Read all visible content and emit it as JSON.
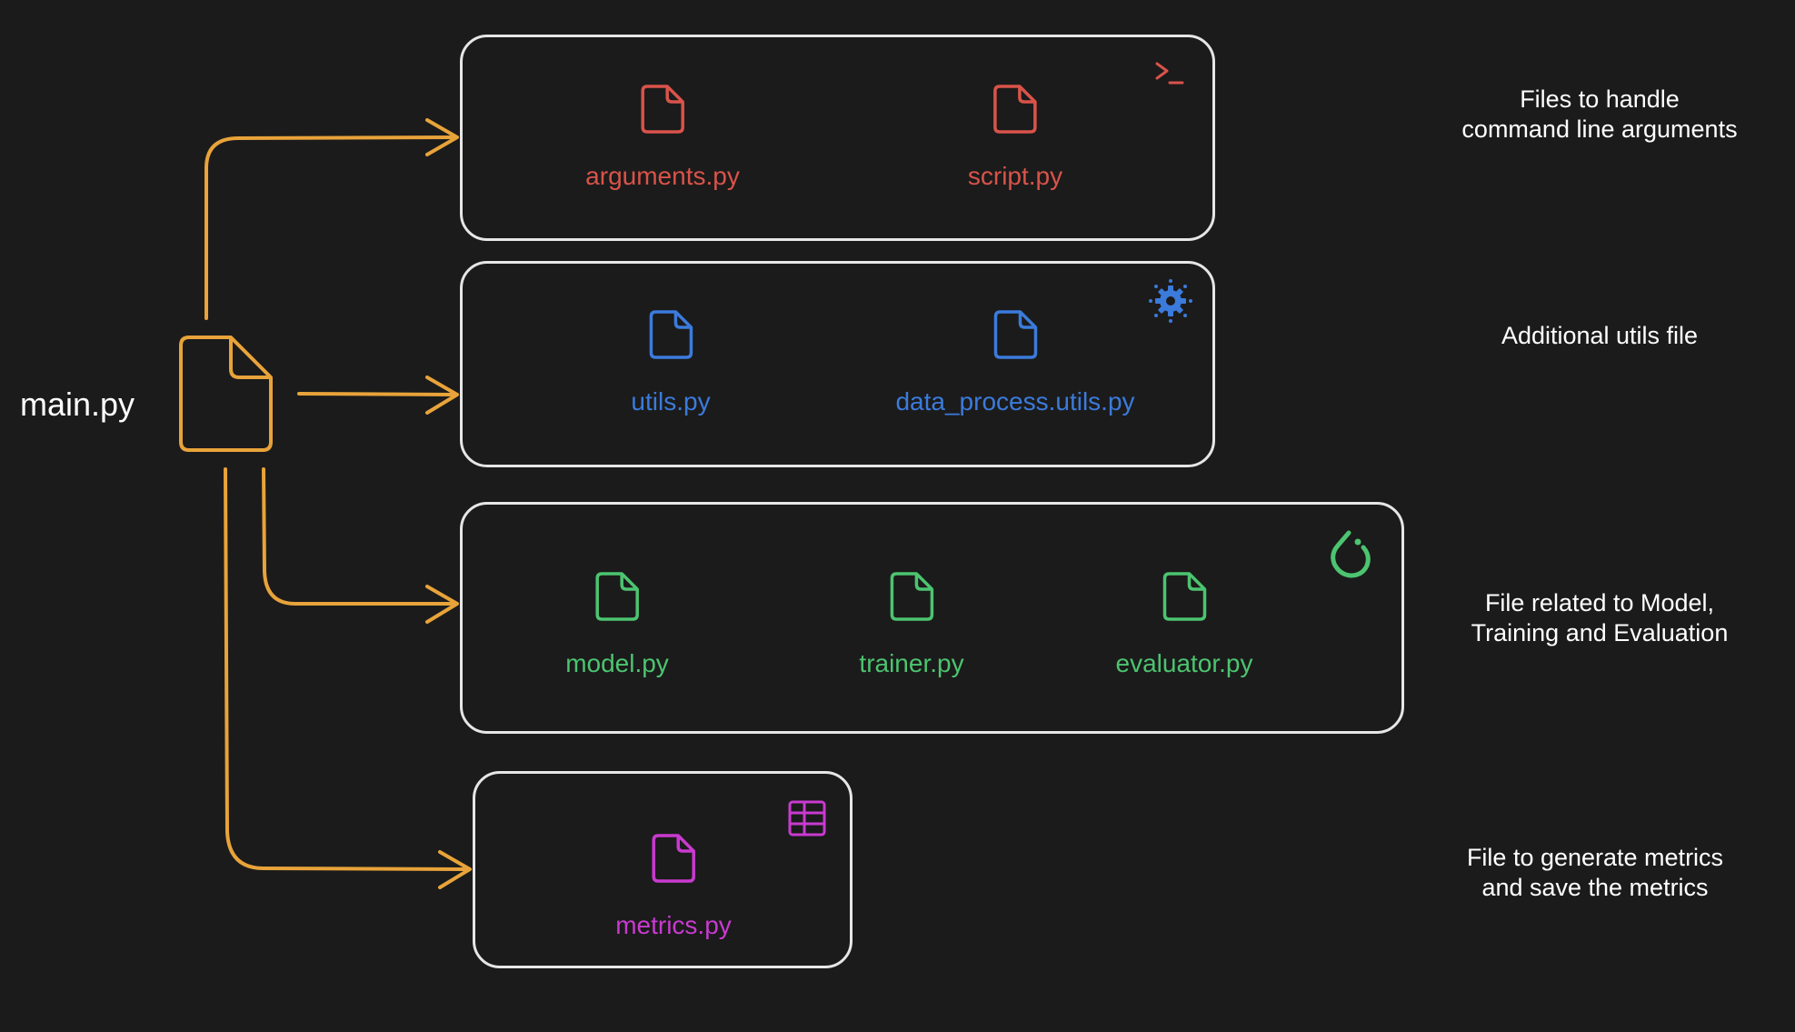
{
  "main": {
    "label": "main.py",
    "color": "#e8a33a"
  },
  "groups": [
    {
      "id": "cli",
      "color": "#d9534a",
      "icon": "terminal-icon",
      "files": [
        "arguments.py",
        "script.py"
      ],
      "description": [
        "Files to handle",
        "command line arguments"
      ]
    },
    {
      "id": "utils",
      "color": "#3b7bdc",
      "icon": "gear-icon",
      "files": [
        "utils.py",
        "data_process.utils.py"
      ],
      "description": [
        "Additional utils file"
      ]
    },
    {
      "id": "model",
      "color": "#4cc470",
      "icon": "pytorch-icon",
      "files": [
        "model.py",
        "trainer.py",
        "evaluator.py"
      ],
      "description": [
        "File related to Model,",
        "Training and Evaluation"
      ]
    },
    {
      "id": "metrics",
      "color": "#c93ad0",
      "icon": "table-icon",
      "files": [
        "metrics.py"
      ],
      "description": [
        "File to generate metrics",
        "and save the metrics"
      ]
    }
  ]
}
